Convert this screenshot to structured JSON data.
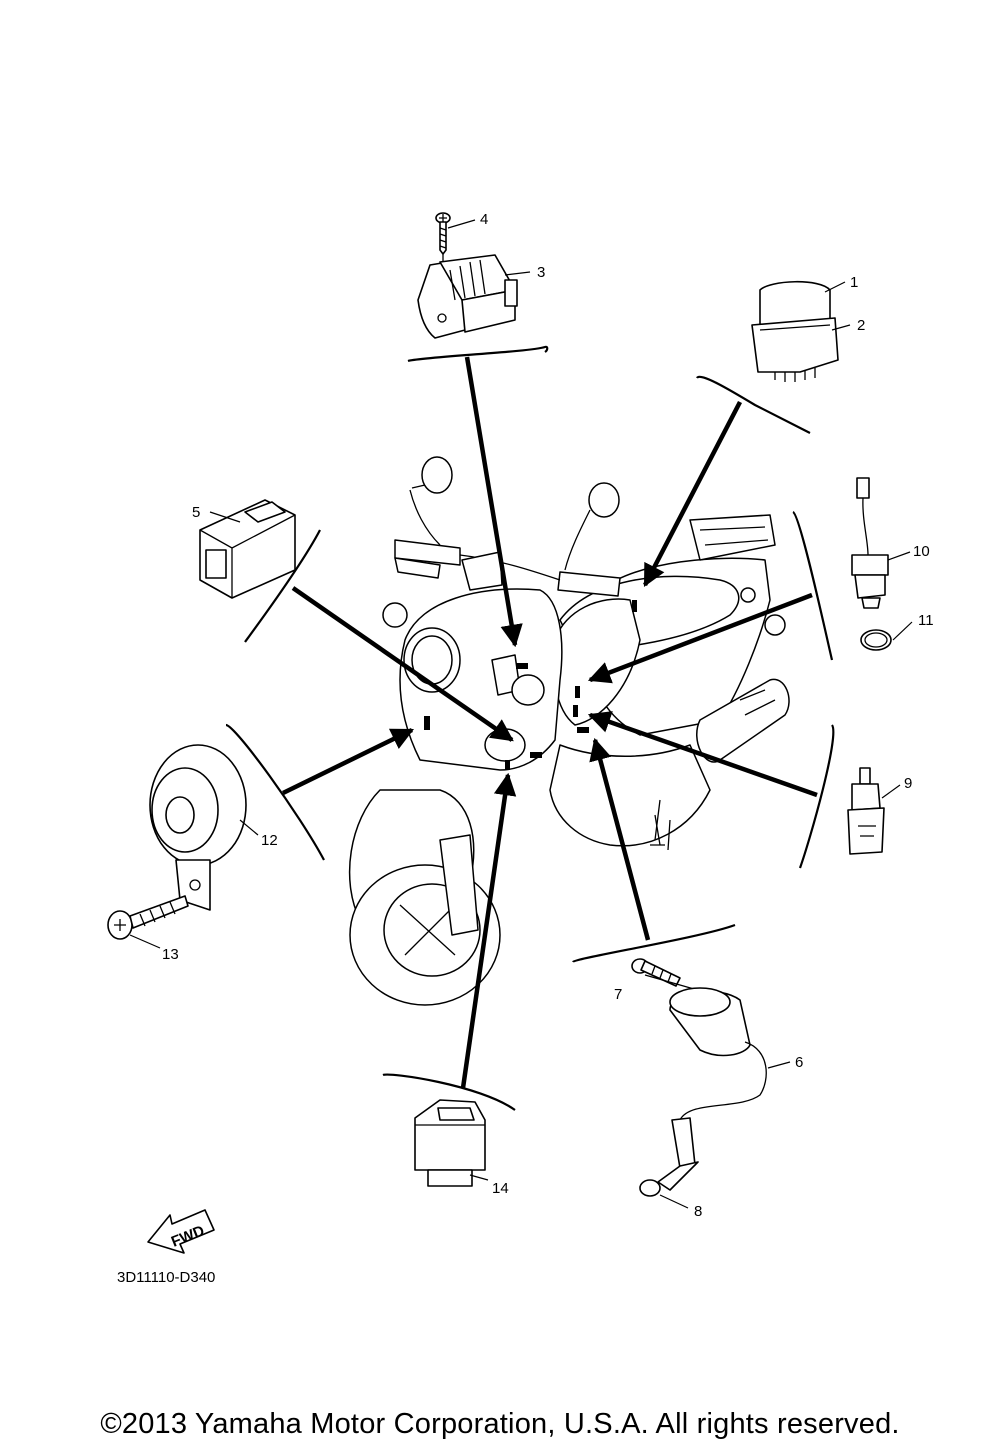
{
  "diagram_code": "3D11110-D340",
  "fwd_label": "FWD",
  "copyright": "©2013 Yamaha Motor Corporation, U.S.A. All rights reserved.",
  "callouts": [
    "1",
    "2",
    "3",
    "4",
    "5",
    "6",
    "7",
    "8",
    "9",
    "10",
    "11",
    "12",
    "13",
    "14"
  ]
}
